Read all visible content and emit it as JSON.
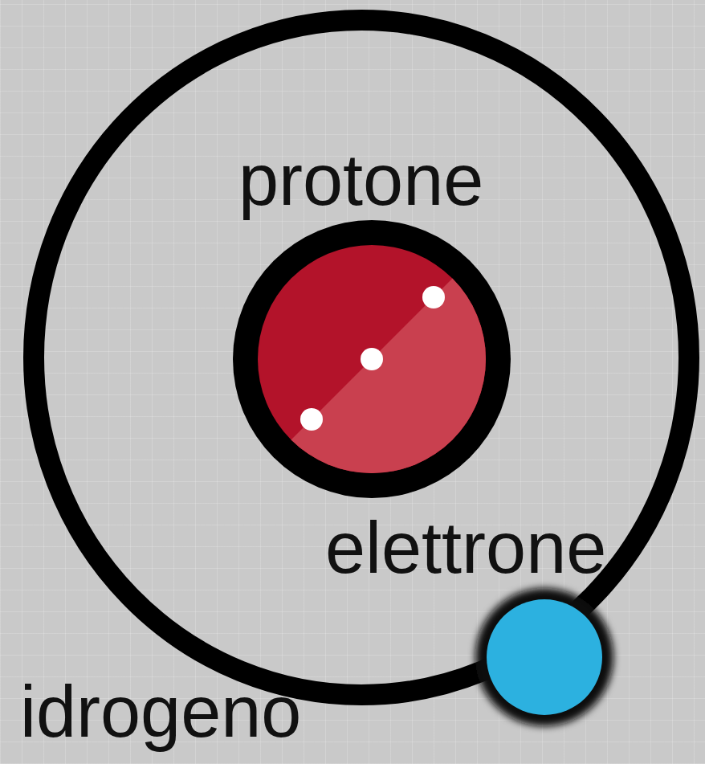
{
  "diagram": {
    "nodes": [
      {
        "text": [
          "protone"
        ]
      },
      {
        "text": [
          "elettrone"
        ]
      }
    ],
    "labels": [
      "idrogeno"
    ]
  }
}
